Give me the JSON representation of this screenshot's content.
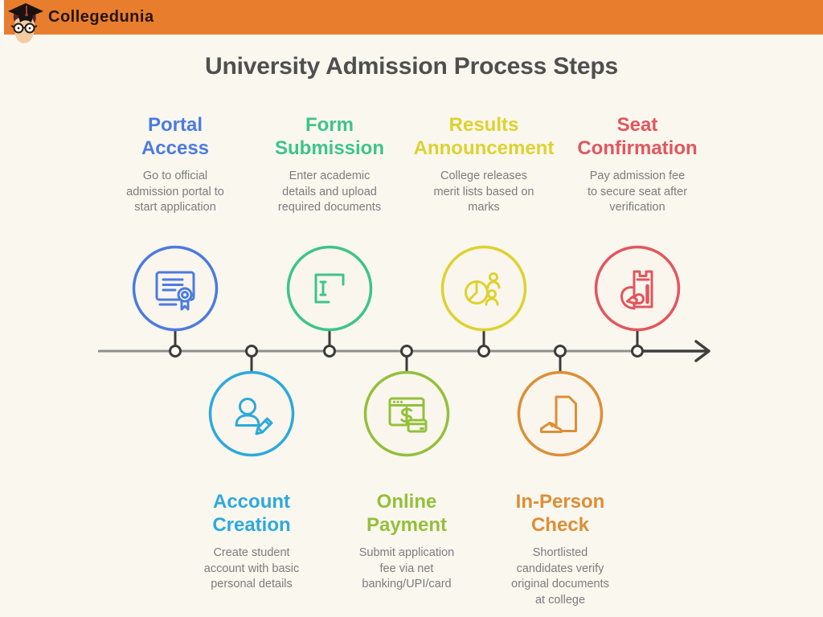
{
  "header": {
    "brand": "Collegedunia",
    "background": "#E87E2D",
    "text_color": "#26140C",
    "logo": "student-mascot-with-graduation-cap"
  },
  "title": {
    "text": "University Admission Process Steps",
    "color": "#4F4F4F"
  },
  "background_color": "#FAF7EF",
  "timeline": {
    "direction": "left-to-right",
    "line_color": "#8F8F8F",
    "arrow_color": "#3E3E3E",
    "connector_color": "#3B3B3B",
    "node_fill": "#FDFBF4",
    "node_count": 7
  },
  "steps": [
    {
      "label": "Portal\nAccess",
      "description": "Go to official\nadmission portal to\nstart application",
      "color": "#4B7BE0",
      "icon": "certificate-icon",
      "position": "top"
    },
    {
      "label": "Account\nCreation",
      "description": "Create student\naccount with basic\npersonal details",
      "color": "#2CA9DD",
      "icon": "user-edit-icon",
      "position": "bottom"
    },
    {
      "label": "Form\nSubmission",
      "description": "Enter academic\ndetails and upload\nrequired documents",
      "color": "#3DC489",
      "icon": "text-input-icon",
      "position": "top"
    },
    {
      "label": "Online\nPayment",
      "description": "Submit application\nfee via net\nbanking/UPI/card",
      "color": "#93C03B",
      "icon": "payment-window-card-icon",
      "position": "bottom"
    },
    {
      "label": "Results\nAnnouncement",
      "description": "College releases\nmerit lists based on\nmarks",
      "color": "#DDD22F",
      "icon": "pie-chart-people-icon",
      "position": "top"
    },
    {
      "label": "In-Person\nCheck",
      "description": "Shortlisted\ncandidates verify\noriginal documents\nat college",
      "color": "#DD8E35",
      "icon": "document-hand-icon",
      "position": "bottom"
    },
    {
      "label": "Seat\nConfirmation",
      "description": "Pay admission fee\nto secure seat after\nverification",
      "color": "#E4555C",
      "icon": "ticket-hand-icon",
      "position": "top"
    }
  ]
}
